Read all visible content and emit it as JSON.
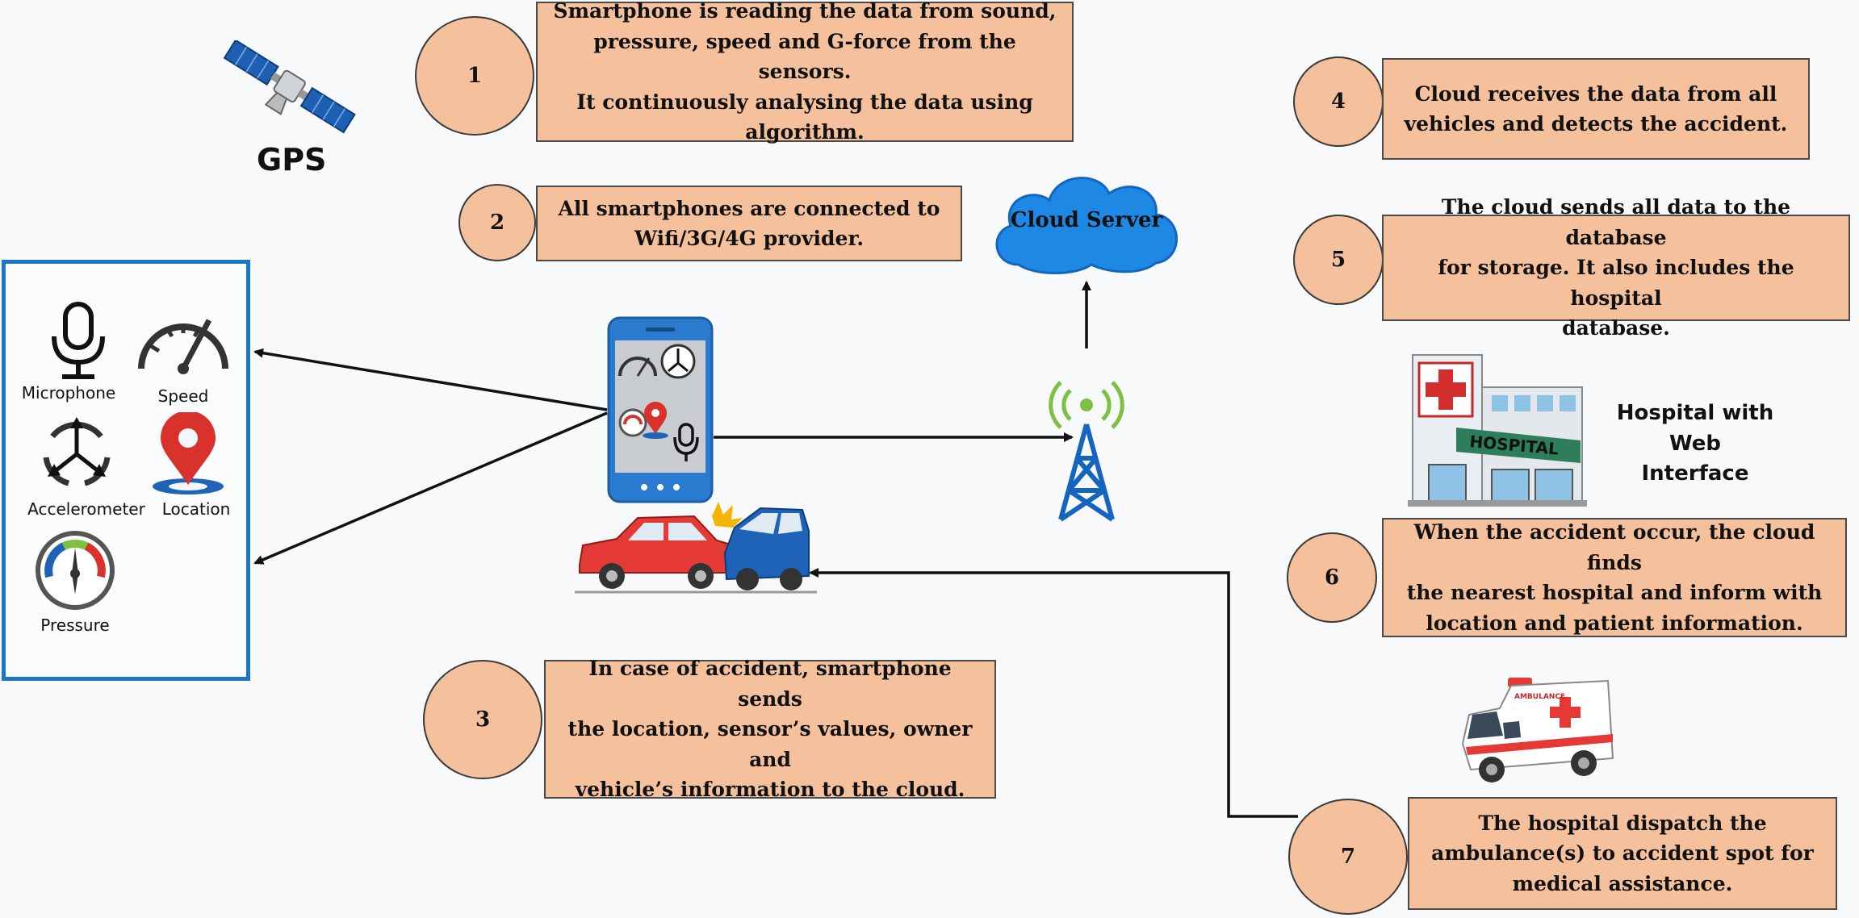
{
  "steps": [
    {
      "number": "1",
      "text": "Smartphone is reading the data from sound,\npressure, speed and G-force from the sensors.\nIt continuously analysing the data using\nalgorithm."
    },
    {
      "number": "2",
      "text": "All smartphones are connected to\nWifi/3G/4G  provider."
    },
    {
      "number": "3",
      "text": "In case of accident, smartphone sends\nthe location, sensor’s values, owner and\nvehicle’s information to the cloud."
    },
    {
      "number": "4",
      "text": "Cloud receives the data from all\nvehicles and detects the accident."
    },
    {
      "number": "5",
      "text": "The cloud sends all data to the database\nfor storage. It also includes the hospital\ndatabase."
    },
    {
      "number": "6",
      "text": "When the accident occur, the cloud finds\nthe nearest hospital and inform with\nlocation and patient information."
    },
    {
      "number": "7",
      "text": "The hospital dispatch the\nambulance(s) to accident spot for\nmedical assistance."
    }
  ],
  "gps_label": "GPS",
  "cloud_label": "Cloud Server",
  "hospital_label": "Hospital with Web\nInterface",
  "hospital_sign": "HOSPITAL",
  "ambulance_sign": "AMBULANCE",
  "sensors": {
    "microphone": "Microphone",
    "speed": "Speed",
    "accelerometer": "Accelerometer",
    "location": "Location",
    "pressure": "Pressure"
  },
  "colors": {
    "box_fill": "#f5c19c",
    "panel_border": "#1877c9",
    "cloud_fill": "#1e88e5",
    "tower": "#1565c0",
    "wifi_signal": "#7cc142"
  }
}
